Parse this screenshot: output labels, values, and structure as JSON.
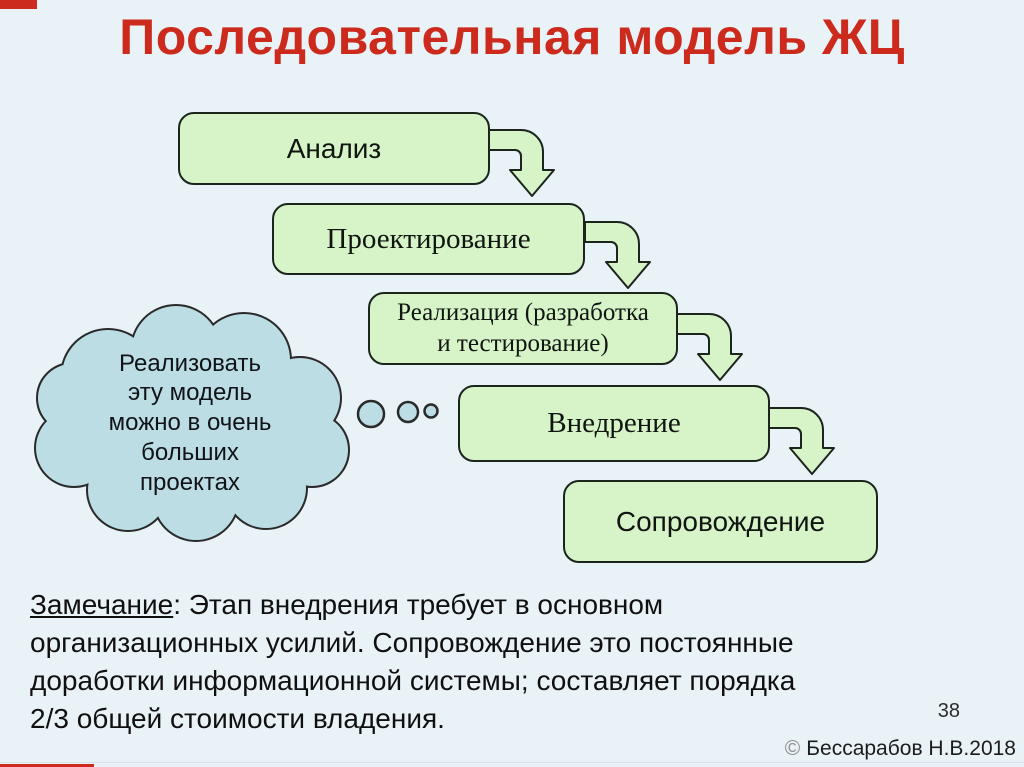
{
  "slide": {
    "title": "Последовательная модель ЖЦ",
    "page_number": "38",
    "copyright_symbol": "©",
    "copyright_text": "Бессарабов Н.В.2018"
  },
  "diagram": {
    "boxes": [
      {
        "name": "analysis",
        "lines": [
          "Анализ"
        ]
      },
      {
        "name": "design",
        "lines": [
          "Проектирование"
        ]
      },
      {
        "name": "implementation",
        "lines": [
          "Реализация (разработка",
          "и тестирование)"
        ]
      },
      {
        "name": "deployment",
        "lines": [
          "Внедрение"
        ]
      },
      {
        "name": "maintenance",
        "lines": [
          "Сопровождение"
        ]
      }
    ],
    "cloud": {
      "lines": [
        "Реализовать",
        "эту модель",
        "можно в очень",
        "больших",
        "проектах"
      ]
    }
  },
  "note": {
    "underlined": "Замечание",
    "line1_rest": ": Этап внедрения требует в основном",
    "line2": "организационных усилий. Сопровождение это постоянные",
    "line3": "доработки информационной системы; составляет порядка",
    "line4": "2/3 общей стоимости владения."
  },
  "colors": {
    "background": "#e8f2f7",
    "title_red": "#cb2a1d",
    "box_fill": "#d7f3c8",
    "box_border": "#1c241c",
    "cloud_fill": "#bddde5",
    "cloud_border": "#2a2a2a",
    "accent_red": "#cb2a1d"
  }
}
